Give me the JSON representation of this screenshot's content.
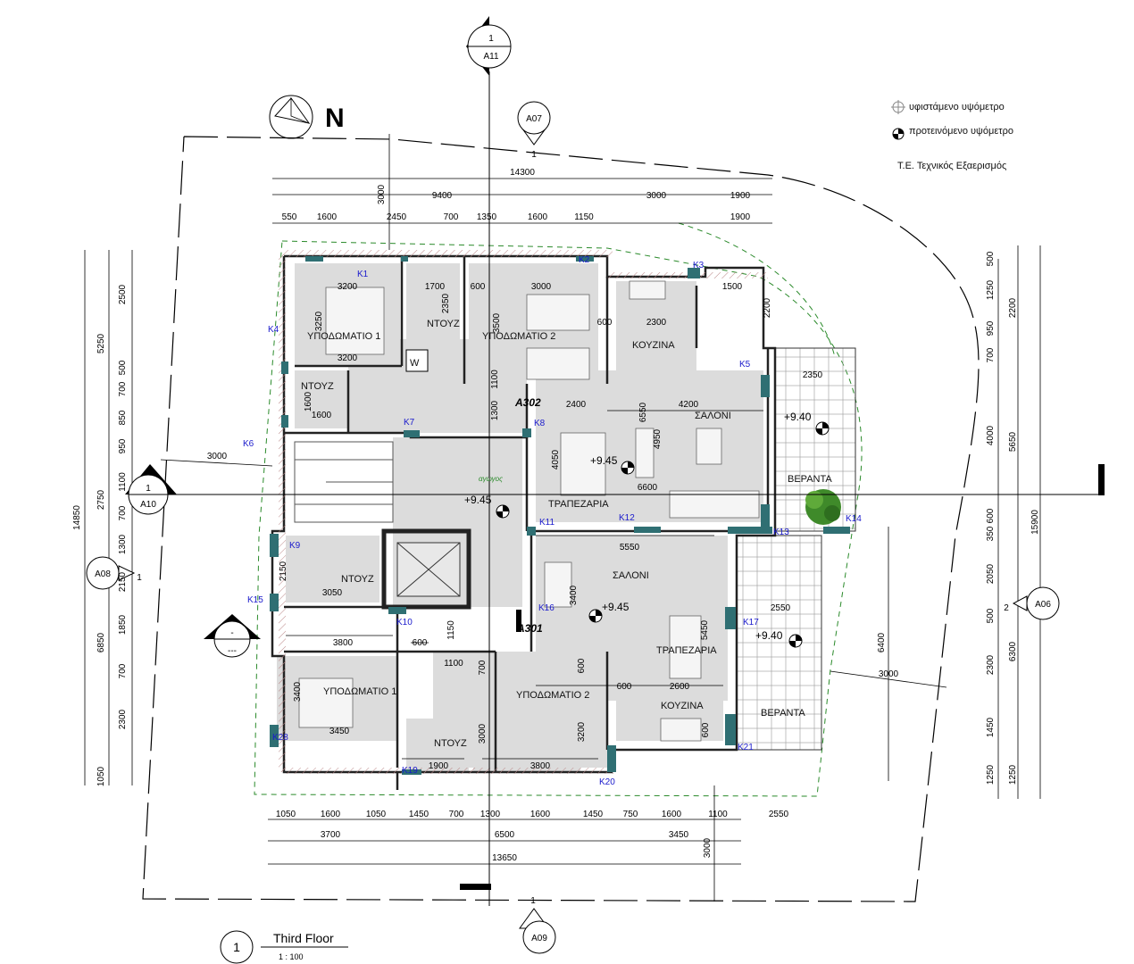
{
  "title": {
    "number": "1",
    "name": "Third Floor",
    "scale": "1 : 100"
  },
  "north_label": "N",
  "legend": {
    "existing": "υφιστάμενο υψόμετρο",
    "proposed": "προτεινόμενο υψόμετρο",
    "consultant": "Τ.Ε. Τεχνικός Εξαερισμός"
  },
  "section_markers": {
    "top": {
      "num": "1",
      "ref": "A11"
    },
    "a07": {
      "ref": "A07",
      "num": "1"
    },
    "left": {
      "num": "1",
      "ref": "A10"
    },
    "a08": {
      "ref": "A08",
      "num": "1"
    },
    "a06": {
      "ref": "A06",
      "num": "2"
    },
    "a09": {
      "ref": "A09",
      "num": "1"
    },
    "elev_left": {
      "top": "-",
      "bottom": "---"
    }
  },
  "rooms": {
    "r1": "ΥΠΟΔΩΜΑΤΙΟ 1",
    "r2": "ΥΠΟΔΩΜΑΤΙΟ 2",
    "r3": "ΝΤΟΥΖ",
    "r4": "ΚΟΥΖΙΝΑ",
    "r5": "ΣΑΛΟΝΙ",
    "r6": "ΝΤΟΥΖ",
    "r7": "ΤΡΑΠΕΖΑΡΙΑ",
    "r8": "ΒΕΡΑΝΤΑ",
    "r9": "ΝΤΟΥΖ",
    "r10": "ΣΑΛΟΝΙ",
    "r11": "ΤΡΑΠΕΖΑΡΙΑ",
    "r12": "ΥΠΟΔΩΜΑΤΙΟ 1",
    "r13": "ΥΠΟΔΩΜΑΤΙΟ 2",
    "r14": "ΚΟΥΖΙΝΑ",
    "r15": "ΝΤΟΥΖ",
    "r16": "ΒΕΡΑΝΤΑ",
    "w": "W",
    "duct": "αγωγος"
  },
  "unit_labels": {
    "a302": "A302",
    "a301": "A301"
  },
  "elevations": {
    "e1": "+9.40",
    "e2": "+9.45",
    "e3": "+9.45",
    "e4": "+9.45",
    "e5": "+9.40"
  },
  "windows": {
    "k1": "K1",
    "k2": "K2",
    "k3": "K3",
    "k4": "K4",
    "k5": "K5",
    "k6": "K6",
    "k7": "K7",
    "k8": "K8",
    "k9": "K9",
    "k10": "K10",
    "k11": "K11",
    "k12": "K12",
    "k13": "K13",
    "k14": "K14",
    "k15": "K15",
    "k16": "K16",
    "k17": "K17",
    "k19": "K19",
    "k20": "K20",
    "k21": "K21",
    "k28": "K28"
  },
  "dims_top": {
    "total": "14300",
    "a": "9400",
    "b": "3000",
    "c": "1900",
    "v3000": "3000",
    "s1": "550",
    "s2": "1600",
    "s3": "2450",
    "s4": "700",
    "s5": "1350",
    "s6": "1600",
    "s7": "1150",
    "s8": "1900"
  },
  "dims_bottom": {
    "s1": "1050",
    "s2": "1600",
    "s3": "1050",
    "s4": "1450",
    "s5": "700",
    "s6": "1300",
    "s7": "1600",
    "s8": "1450",
    "s9": "750",
    "s10": "1600",
    "s11": "1100",
    "s12": "2550",
    "m1": "3700",
    "m2": "6500",
    "m3": "3450",
    "total": "13650",
    "v3000": "3000"
  },
  "dims_left": {
    "total": "14850",
    "g1": "5250",
    "g2": "2750",
    "g3": "6850",
    "g4": "1050",
    "s1": "2500",
    "s2": "500",
    "s3": "700",
    "s4": "850",
    "s5": "950",
    "s6": "1100",
    "s7": "700",
    "s8": "1300",
    "s9": "2150",
    "s10": "1850",
    "s11": "700",
    "s12": "2300",
    "h3000": "3000"
  },
  "dims_right": {
    "total": "15900",
    "g1": "5650",
    "g2": "6300",
    "g3": "1250",
    "s1": "500",
    "s2": "1250",
    "s3": "950",
    "s4": "700",
    "s5": "4000",
    "s6": "600",
    "s7": "350",
    "s8": "2050",
    "s9": "500",
    "s10": "2300",
    "s11": "1450",
    "s12": "1250",
    "s13": "2200",
    "v6400": "6400",
    "h3000": "3000"
  },
  "dims_inner": {
    "d1": "3200",
    "d2": "1700",
    "d3": "600",
    "d4": "3000",
    "d5": "1500",
    "d6": "3250",
    "d7": "2350",
    "d8": "3500",
    "d9": "600",
    "d10": "2300",
    "d11": "3200",
    "d12": "2200",
    "d13": "2350",
    "d14": "1600",
    "d15": "1600",
    "d16": "1300",
    "d17": "2400",
    "d18": "6550",
    "d19": "4200",
    "d20": "1100",
    "d21": "4050",
    "d22": "4950",
    "d23": "6600",
    "d24": "5550",
    "d25": "2150",
    "d26": "3050",
    "d27": "3400",
    "d28": "3800",
    "d29": "600",
    "d30": "1150",
    "d31": "5450",
    "d32": "2550",
    "d33": "1100",
    "d34": "700",
    "d35": "600",
    "d36": "3400",
    "d37": "3450",
    "d38": "600",
    "d39": "2600",
    "d40": "3000",
    "d41": "3200",
    "d42": "600",
    "d43": "1900",
    "d44": "3800"
  }
}
